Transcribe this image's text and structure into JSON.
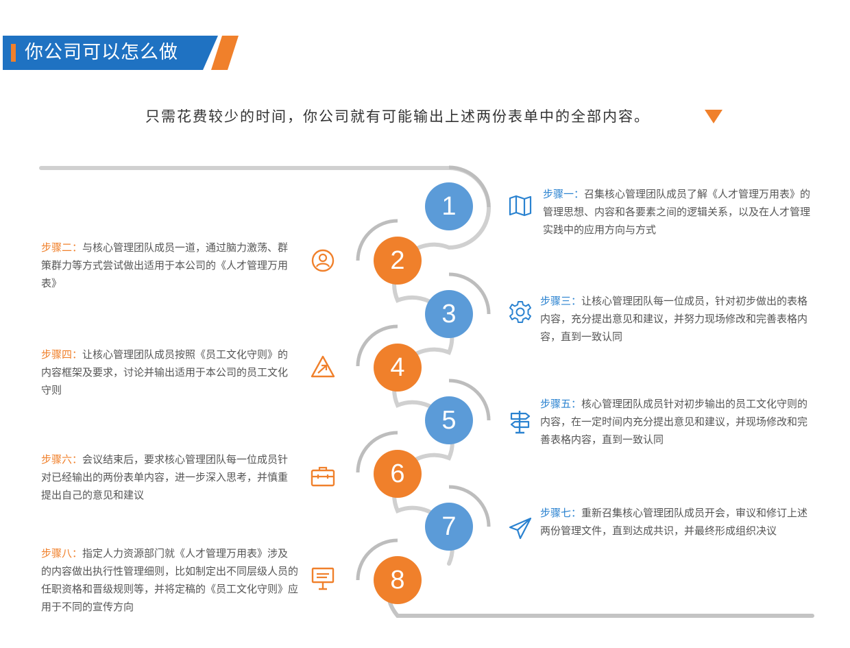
{
  "header": {
    "title": "你公司可以怎么做",
    "subtitle": "只需花费较少的时间，你公司就有可能输出上述两份表单中的全部内容。"
  },
  "colors": {
    "blue": "#1f72c2",
    "orange": "#f0802b",
    "circle_blue": "#5b9bd8",
    "track_gray": "#d0d0d0"
  },
  "steps": [
    {
      "number": "1",
      "label": "步骤一：",
      "text": "召集核心管理团队成员了解《人才管理万用表》的管理思想、内容和各要素之间的逻辑关系，以及在人才管理实践中的应用方向与方式",
      "icon": "map-icon"
    },
    {
      "number": "2",
      "label": "步骤二：",
      "text": "与核心管理团队成员一道，通过脑力激荡、群策群力等方式尝试做出适用于本公司的《人才管理万用表》",
      "icon": "user-icon"
    },
    {
      "number": "3",
      "label": "步骤三：",
      "text": "让核心管理团队每一位成员，针对初步做出的表格内容，充分提出意见和建议，并努力现场修改和完善表格内容，直到一致认同",
      "icon": "gear-icon"
    },
    {
      "number": "4",
      "label": "步骤四：",
      "text": "让核心管理团队成员按照《员工文化守则》的内容框架及要求，讨论并输出适用于本公司的员工文化守则",
      "icon": "growth-triangle-icon"
    },
    {
      "number": "5",
      "label": "步骤五：",
      "text": "核心管理团队成员针对初步输出的员工文化守则的内容，在一定时间内充分提出意见和建议，并现场修改和完善表格内容，直到一致认同",
      "icon": "signpost-icon"
    },
    {
      "number": "6",
      "label": "步骤六：",
      "text": "会议结束后，要求核心管理团队每一位成员针对已经输出的两份表单内容，进一步深入思考，并慎重提出自己的意见和建议",
      "icon": "briefcase-icon"
    },
    {
      "number": "7",
      "label": "步骤七：",
      "text": "重新召集核心管理团队成员开会，审议和修订上述两份管理文件，直到达成共识，并最终形成组织决议",
      "icon": "paper-plane-icon"
    },
    {
      "number": "8",
      "label": "步骤八：",
      "text": "指定人力资源部门就《人才管理万用表》涉及的内容做出执行性管理细则，比如制定出不同层级人员的任职资格和晋级规则等，并将定稿的《员工文化守则》应用于不同的宣传方向",
      "icon": "board-icon"
    }
  ]
}
